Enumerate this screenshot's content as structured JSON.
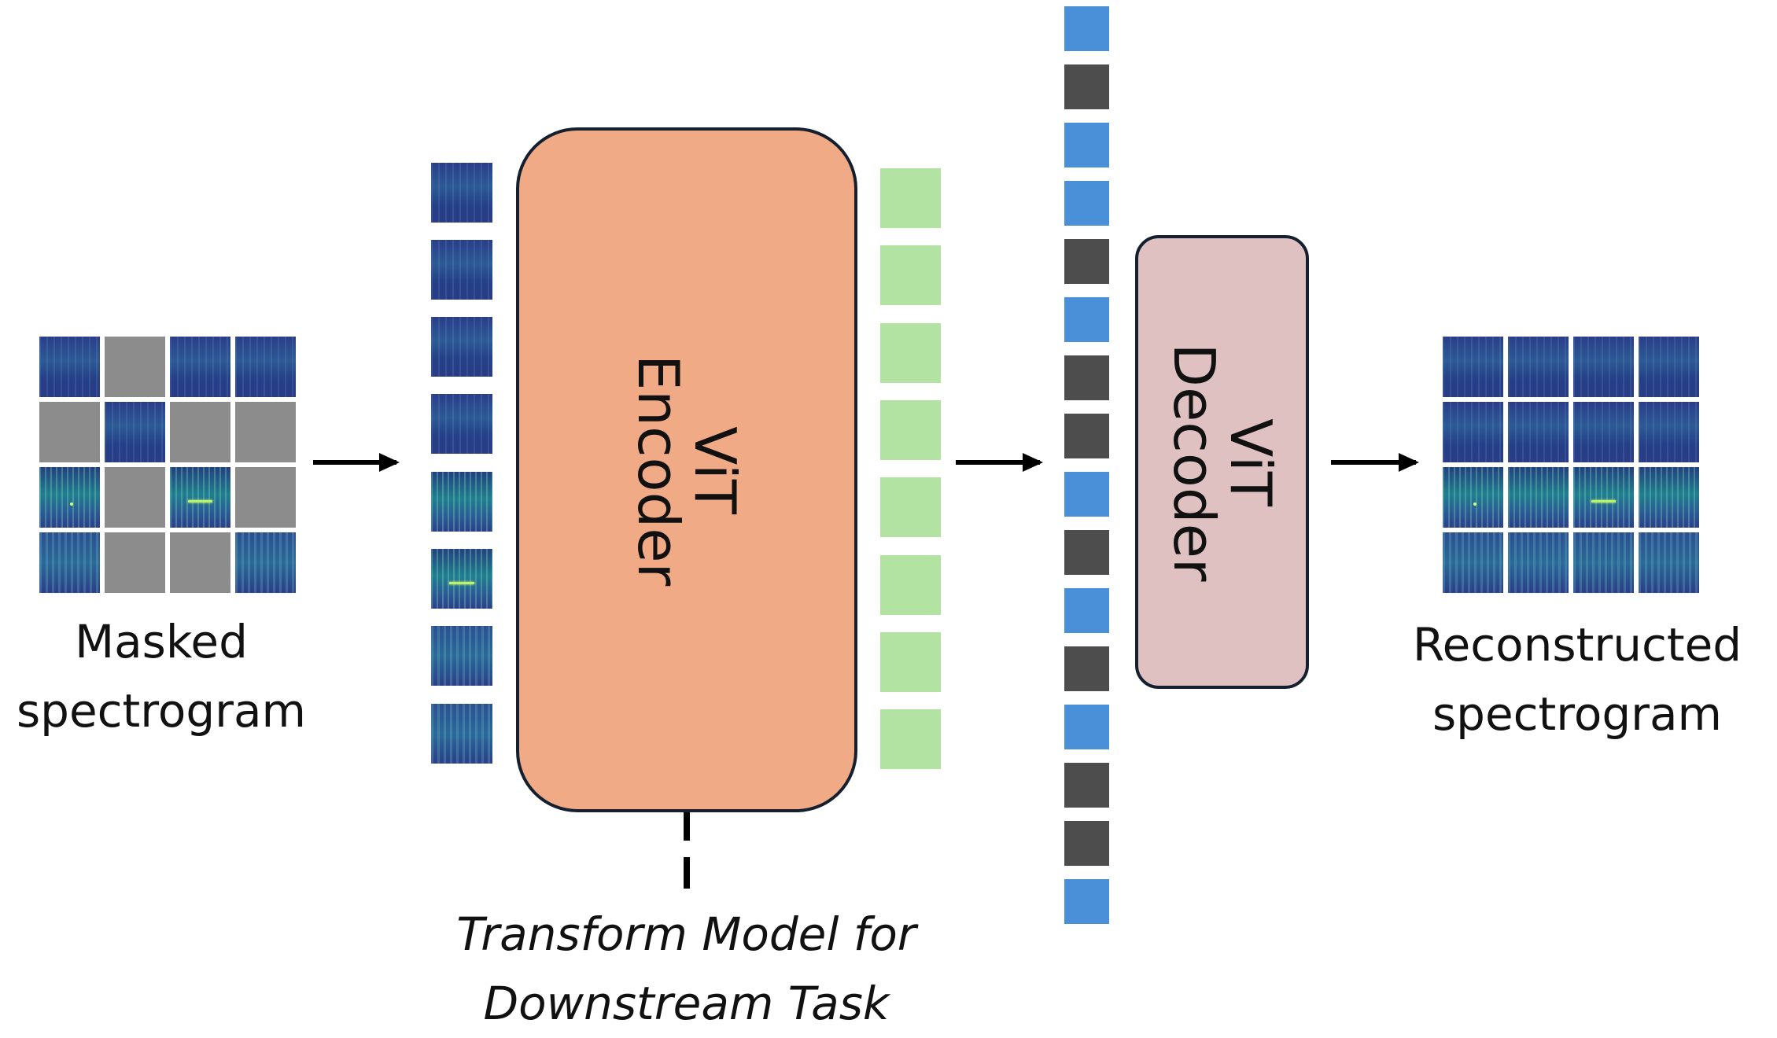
{
  "input": {
    "label_line1": "Masked",
    "label_line2": "spectrogram"
  },
  "encoder": {
    "line1": "ViT",
    "line2": "Encoder"
  },
  "decoder": {
    "line1": "ViT",
    "line2": "Decoder"
  },
  "output": {
    "label_line1": "Reconstructed",
    "label_line2": "spectrogram"
  },
  "downstream": {
    "line1": "Transform Model for",
    "line2": "Downstream Task"
  },
  "colors": {
    "encoder_fill": "#f1aa86",
    "decoder_fill": "#e0c1c2",
    "encoded_token": "#b3e3a3",
    "visible_token": "#4a90d9",
    "mask_token": "#4d4d4d",
    "masked_patch": "#8c8c8c"
  },
  "masked_grid": [
    [
      "visible",
      "masked",
      "visible",
      "visible"
    ],
    [
      "masked",
      "visible",
      "masked",
      "masked"
    ],
    [
      "visible",
      "masked",
      "visible",
      "masked"
    ],
    [
      "visible",
      "masked",
      "masked",
      "visible"
    ]
  ],
  "decoder_tokens": [
    "visible",
    "mask",
    "visible",
    "visible",
    "mask",
    "visible",
    "mask",
    "mask",
    "visible",
    "mask",
    "visible",
    "mask",
    "visible",
    "mask",
    "mask",
    "visible"
  ]
}
